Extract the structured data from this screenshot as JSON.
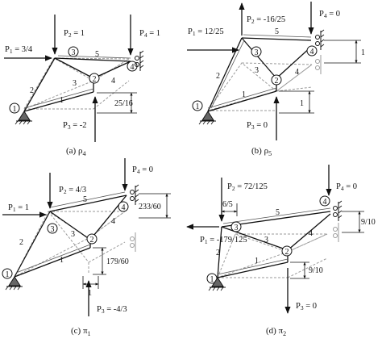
{
  "panels": [
    {
      "caption": "(a) ρ",
      "caption_sub": "4",
      "loads": {
        "p1": "P",
        "p1_sub": "1",
        "p1_val": " = 3/4",
        "p2": "P",
        "p2_sub": "2",
        "p2_val": " = 1",
        "p3": "P",
        "p3_sub": "3",
        "p3_val": " = -2",
        "p4": "P",
        "p4_sub": "4",
        "p4_val": " = 1"
      },
      "dims": [
        "25/16"
      ]
    },
    {
      "caption": "(b) ρ",
      "caption_sub": "5",
      "loads": {
        "p1": "P",
        "p1_sub": "1",
        "p1_val": " = 12/25",
        "p2": "P",
        "p2_sub": "2",
        "p2_val": " = -16/25",
        "p3": "P",
        "p3_sub": "3",
        "p3_val": " = 0",
        "p4": "P",
        "p4_sub": "4",
        "p4_val": " = 0"
      },
      "dims": [
        "1",
        "1"
      ]
    },
    {
      "caption": "(c) π",
      "caption_sub": "1",
      "loads": {
        "p1": "P",
        "p1_sub": "1",
        "p1_val": " = 1",
        "p2": "P",
        "p2_sub": "2",
        "p2_val": " = 4/3",
        "p3": "P",
        "p3_sub": "3",
        "p3_val": " = -4/3",
        "p4": "P",
        "p4_sub": "4",
        "p4_val": " = 0"
      },
      "dims": [
        "233/60",
        "179/60",
        "1"
      ]
    },
    {
      "caption": "(d) π",
      "caption_sub": "2",
      "loads": {
        "p1": "P",
        "p1_sub": "1",
        "p1_val": " = -179/125",
        "p2": "P",
        "p2_sub": "2",
        "p2_val": " = 72/125",
        "p3": "P",
        "p3_sub": "3",
        "p3_val": " = 0",
        "p4": "P",
        "p4_sub": "4",
        "p4_val": " = 0"
      },
      "dims": [
        "6/5",
        "9/10",
        "9/10"
      ]
    }
  ],
  "node_labels": [
    "1",
    "2",
    "3",
    "4"
  ],
  "member_labels": [
    "1",
    "2",
    "3",
    "4",
    "5"
  ],
  "colors": {
    "ink": "#111111",
    "ghost": "#9a9a9a",
    "hatch": "#555555"
  }
}
